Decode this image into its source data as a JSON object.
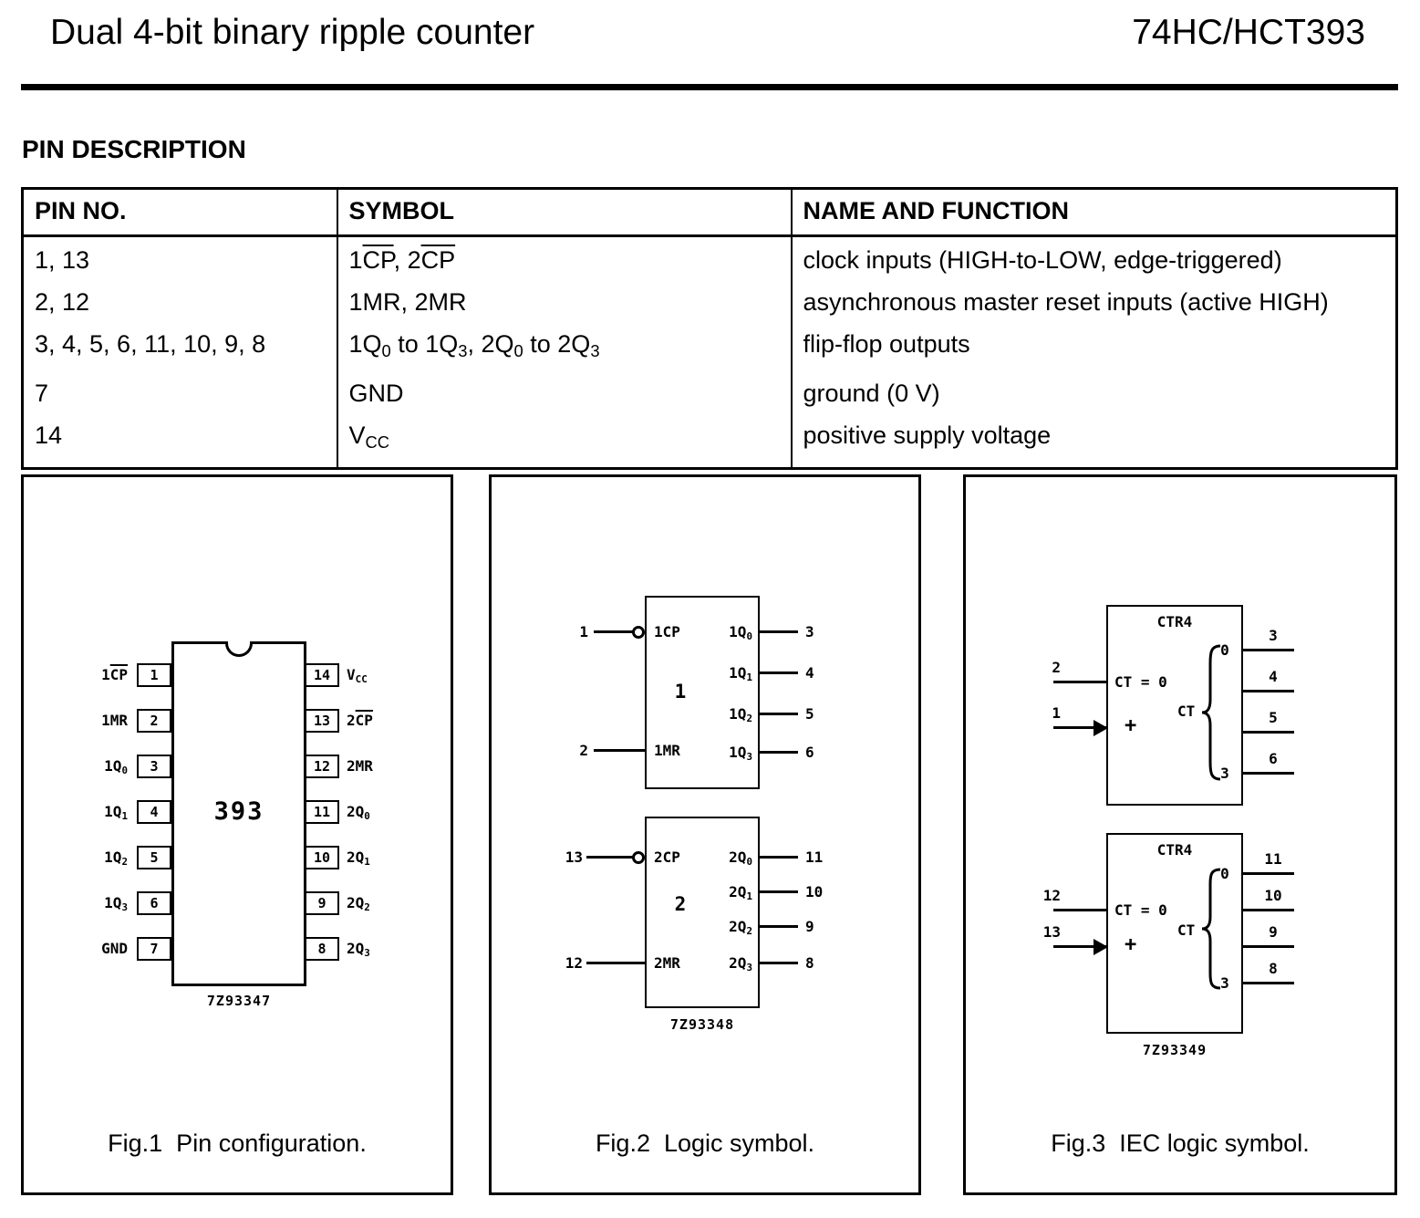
{
  "colors": {
    "ink": "#000000",
    "paper": "#ffffff"
  },
  "header": {
    "title": "Dual 4-bit binary ripple counter",
    "part_number": "74HC/HCT393"
  },
  "section_heading": "PIN DESCRIPTION",
  "pin_table": {
    "headers": [
      "PIN NO.",
      "SYMBOL",
      "NAME AND FUNCTION"
    ],
    "rows": [
      {
        "pin": "1, 13",
        "symbol": [
          {
            "t": "1"
          },
          {
            "t": "CP",
            "f": "ov"
          },
          {
            "t": ", 2"
          },
          {
            "t": "CP",
            "f": "ov"
          }
        ],
        "func": "clock inputs (HIGH-to-LOW, edge-triggered)"
      },
      {
        "pin": "2, 12",
        "symbol": [
          {
            "t": "1MR, 2MR"
          }
        ],
        "func": "asynchronous master reset inputs (active HIGH)"
      },
      {
        "pin": "3, 4, 5, 6, 11, 10, 9, 8",
        "symbol": [
          {
            "t": "1Q"
          },
          {
            "t": "0",
            "f": "sub"
          },
          {
            "t": " to 1Q"
          },
          {
            "t": "3",
            "f": "sub"
          },
          {
            "t": ", 2Q"
          },
          {
            "t": "0",
            "f": "sub"
          },
          {
            "t": " to 2Q"
          },
          {
            "t": "3",
            "f": "sub"
          }
        ],
        "func": "flip-flop outputs"
      },
      {
        "pin": "7",
        "symbol": [
          {
            "t": "GND"
          }
        ],
        "func": "ground (0 V)"
      },
      {
        "pin": "14",
        "symbol": [
          {
            "t": "V"
          },
          {
            "t": "CC",
            "f": "sub"
          }
        ],
        "func": "positive supply voltage"
      }
    ]
  },
  "fig1": {
    "caption": "Fig.1  Pin configuration.",
    "chip_label": "393",
    "code": "7Z93347",
    "left_pins": [
      {
        "num": "1",
        "label": [
          {
            "t": "1"
          },
          {
            "t": "CP",
            "f": "ov"
          }
        ]
      },
      {
        "num": "2",
        "label": [
          {
            "t": "1MR"
          }
        ]
      },
      {
        "num": "3",
        "label": [
          {
            "t": "1Q"
          },
          {
            "t": "0",
            "f": "sub"
          }
        ]
      },
      {
        "num": "4",
        "label": [
          {
            "t": "1Q"
          },
          {
            "t": "1",
            "f": "sub"
          }
        ]
      },
      {
        "num": "5",
        "label": [
          {
            "t": "1Q"
          },
          {
            "t": "2",
            "f": "sub"
          }
        ]
      },
      {
        "num": "6",
        "label": [
          {
            "t": "1Q"
          },
          {
            "t": "3",
            "f": "sub"
          }
        ]
      },
      {
        "num": "7",
        "label": [
          {
            "t": "GND"
          }
        ]
      }
    ],
    "right_pins": [
      {
        "num": "14",
        "label": [
          {
            "t": "V"
          },
          {
            "t": "CC",
            "f": "sub"
          }
        ]
      },
      {
        "num": "13",
        "label": [
          {
            "t": "2"
          },
          {
            "t": "CP",
            "f": "ov"
          }
        ]
      },
      {
        "num": "12",
        "label": [
          {
            "t": "2MR"
          }
        ]
      },
      {
        "num": "11",
        "label": [
          {
            "t": "2Q"
          },
          {
            "t": "0",
            "f": "sub"
          }
        ]
      },
      {
        "num": "10",
        "label": [
          {
            "t": "2Q"
          },
          {
            "t": "1",
            "f": "sub"
          }
        ]
      },
      {
        "num": "9",
        "label": [
          {
            "t": "2Q"
          },
          {
            "t": "2",
            "f": "sub"
          }
        ]
      },
      {
        "num": "8",
        "label": [
          {
            "t": "2Q"
          },
          {
            "t": "3",
            "f": "sub"
          }
        ]
      }
    ]
  },
  "fig2": {
    "caption": "Fig.2  Logic symbol.",
    "code": "7Z93348",
    "blocks": [
      {
        "id": "1",
        "cp_pin": "1",
        "cp_label": "1CP",
        "mr_pin": "2",
        "mr_label": "1MR",
        "outputs": [
          {
            "pin": "3",
            "label": [
              {
                "t": "1Q"
              },
              {
                "t": "0",
                "f": "sub"
              }
            ]
          },
          {
            "pin": "4",
            "label": [
              {
                "t": "1Q"
              },
              {
                "t": "1",
                "f": "sub"
              }
            ]
          },
          {
            "pin": "5",
            "label": [
              {
                "t": "1Q"
              },
              {
                "t": "2",
                "f": "sub"
              }
            ]
          },
          {
            "pin": "6",
            "label": [
              {
                "t": "1Q"
              },
              {
                "t": "3",
                "f": "sub"
              }
            ]
          }
        ]
      },
      {
        "id": "2",
        "cp_pin": "13",
        "cp_label": "2CP",
        "mr_pin": "12",
        "mr_label": "2MR",
        "outputs": [
          {
            "pin": "11",
            "label": [
              {
                "t": "2Q"
              },
              {
                "t": "0",
                "f": "sub"
              }
            ]
          },
          {
            "pin": "10",
            "label": [
              {
                "t": "2Q"
              },
              {
                "t": "1",
                "f": "sub"
              }
            ]
          },
          {
            "pin": "9",
            "label": [
              {
                "t": "2Q"
              },
              {
                "t": "2",
                "f": "sub"
              }
            ]
          },
          {
            "pin": "8",
            "label": [
              {
                "t": "2Q"
              },
              {
                "t": "3",
                "f": "sub"
              }
            ]
          }
        ]
      }
    ]
  },
  "fig3": {
    "caption": "Fig.3  IEC logic symbol.",
    "code": "7Z93349",
    "blocks": [
      {
        "type_label": "CTR4",
        "reset_pin": "2",
        "reset_label": "CT = 0",
        "clock_pin": "1",
        "clock_label": "+",
        "ct_label": "CT",
        "weight_top": "0",
        "weight_bottom": "3",
        "output_pins": [
          "3",
          "4",
          "5",
          "6"
        ]
      },
      {
        "type_label": "CTR4",
        "reset_pin": "12",
        "reset_label": "CT = 0",
        "clock_pin": "13",
        "clock_label": "+",
        "ct_label": "CT",
        "weight_top": "0",
        "weight_bottom": "3",
        "output_pins": [
          "11",
          "10",
          "9",
          "8"
        ]
      }
    ]
  }
}
